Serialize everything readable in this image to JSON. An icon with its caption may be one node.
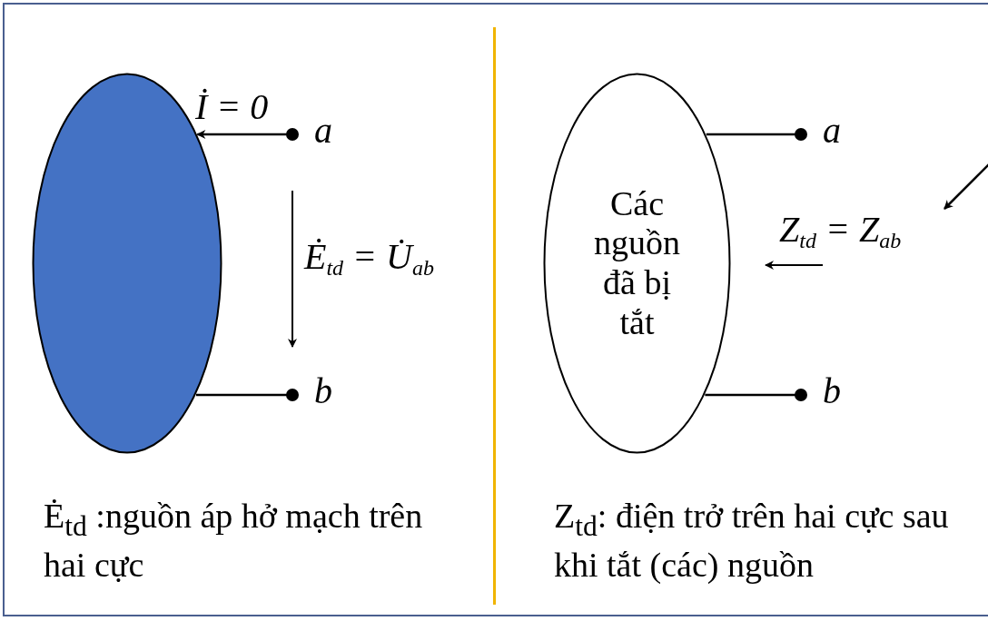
{
  "diagram": {
    "nodes": [
      {
        "text": [],
        "shape": "ellipse"
      },
      {
        "text": [],
        "shape": "circle",
        "beside": [
          "a"
        ]
      },
      {
        "text": [],
        "shape": "circle",
        "beside": [
          "b"
        ]
      },
      {
        "text": [
          "Các nguồn đã bị tắt"
        ]
      },
      {
        "text": [],
        "shape": "circle",
        "beside": [
          "a"
        ]
      },
      {
        "text": [],
        "shape": "circle",
        "beside": [
          "b"
        ]
      }
    ],
    "edges": [
      {
        "from": 1,
        "to": 0,
        "arrow": "to",
        "label": "İ = 0"
      },
      {
        "from": 0,
        "to": 2,
        "arrow": "none"
      },
      {
        "from": 3,
        "to": 4,
        "arrow": "none"
      },
      {
        "from": 3,
        "to": 5,
        "arrow": "none"
      }
    ],
    "labels": [
      "Ė$_{td}$ = U̇$_{ab}$",
      "Z$_{td}$ = Z$_{ab}$",
      "Ė$_{td}$ :nguồn áp hở mạch trên hai cực",
      "Z$_{td}$: điện trở trên hai cực sau khi tắt (các) nguồn"
    ]
  }
}
